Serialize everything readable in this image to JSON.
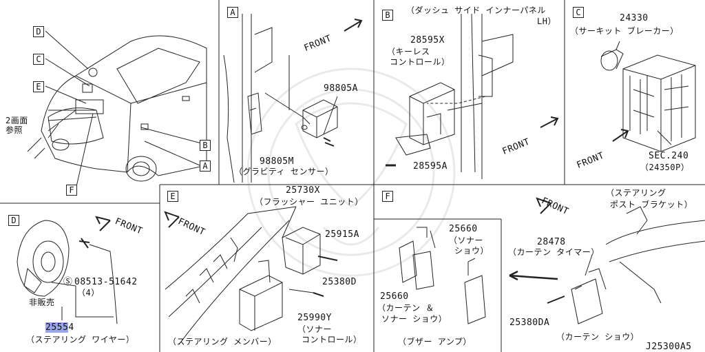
{
  "diagram": {
    "id": "J25300A5",
    "front_label": "FRONT",
    "overview": {
      "callouts": [
        "D",
        "C",
        "E",
        "B",
        "A",
        "F"
      ],
      "ref_note_line1": "2画面",
      "ref_note_line2": "参照"
    },
    "panel_A": {
      "letter": "A",
      "part1_num": "98805A",
      "part2_num": "98805M",
      "part2_name": "（グラビティ センサー）"
    },
    "panel_B": {
      "letter": "B",
      "location_line1": "（ダッシュ サイド インナーパネル",
      "location_line2": "LH）",
      "part1_num": "28595X",
      "part1_name1": "（キーレス",
      "part1_name2": "コントロール）",
      "part2_num": "28595A"
    },
    "panel_C": {
      "letter": "C",
      "part1_num": "24330",
      "part1_name": "（サーキット ブレーカー）",
      "ref_line1": "SEC.240",
      "ref_line2": "（24350P）"
    },
    "panel_D": {
      "letter": "D",
      "screw_num": "08513-51642",
      "screw_qty": "（4）",
      "not_sold": "非販売",
      "part_num_hl": "2555",
      "part_num_rest": "4",
      "part_name": "（ステアリング ワイヤー）"
    },
    "panel_E": {
      "letter": "E",
      "part1_num": "25730X",
      "part1_name": "（フラッシャー ユニット）",
      "part2_num": "25915A",
      "part3_num": "25380D",
      "part4_num": "25990Y",
      "part4_name1": "（ソナー",
      "part4_name2": "コントロール）",
      "location": "（ステアリング メンバー）"
    },
    "panel_F": {
      "letter": "F",
      "part1_num": "25660",
      "part1_name1": "（ソナー",
      "part1_name2": "ショウ）",
      "part2_num": "25660",
      "part2_name1": "（カーテン ＆",
      "part2_name2": "ソナー ショウ）",
      "buzzer": "（ブザー アンプ）",
      "bracket_name1": "（ステアリング",
      "bracket_name2": "ポスト ブラケット）",
      "part3_num": "28478",
      "part3_name": "（カーテン タイマー）",
      "part4_num": "25380DA",
      "part4_name": "（カーテン ショウ）"
    }
  }
}
